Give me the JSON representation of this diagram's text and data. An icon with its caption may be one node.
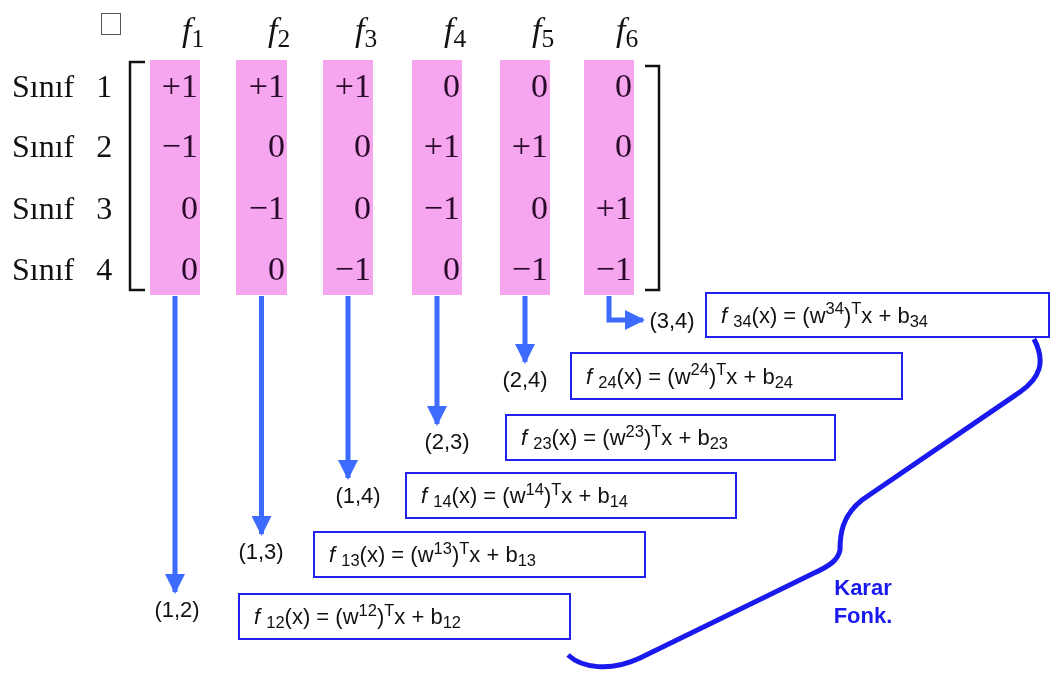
{
  "diagram": {
    "nodes": [
      {
        "text": [
          "*f*$_{1}$",
          "+1",
          "−1",
          "0",
          "0"
        ]
      },
      {
        "text": [
          "*f*$_{2}$",
          "+1",
          "0",
          "−1",
          "0"
        ]
      },
      {
        "text": [
          "*f*$_{3}$",
          "+1",
          "0",
          "0",
          "−1"
        ]
      },
      {
        "text": [
          "*f*$_{4}$",
          "0",
          "+1",
          "−1",
          "0"
        ]
      },
      {
        "text": [
          "*f*$_{5}$",
          "0",
          "+1",
          "0",
          "−1"
        ]
      },
      {
        "text": [
          "*f*$_{6}$",
          "0",
          "0",
          "+1",
          "−1"
        ]
      },
      {
        "text": [
          "(3,4)"
        ]
      },
      {
        "text": [
          "*f* $_{34}$(x) = (w$^{34}$)$^{T}$x + b$_{34}$"
        ]
      },
      {
        "text": [
          "(2,4)"
        ]
      },
      {
        "text": [
          "*f* $_{24}$(x) = (w$^{24}$)$^{T}$x + b$_{24}$"
        ]
      },
      {
        "text": [
          "(2,3)"
        ]
      },
      {
        "text": [
          "*f* $_{23}$(x) = (w$^{23}$)$^{T}$x + b$_{23}$"
        ]
      },
      {
        "text": [
          "(1,4)"
        ]
      },
      {
        "text": [
          "*f* $_{14}$(x) = (w$^{14}$)$^{T}$x + b$_{14}$"
        ]
      },
      {
        "text": [
          "(1,3)"
        ]
      },
      {
        "text": [
          "*f* $_{13}$(x) = (w$^{13}$)$^{T}$x + b$_{13}$"
        ]
      },
      {
        "text": [
          "(1,2)"
        ]
      },
      {
        "text": [
          "*f* $_{12}$(x) = (w$^{12}$)$^{T}$x + b$_{12}$"
        ]
      }
    ],
    "edges": [
      {
        "from": 0,
        "to": 16,
        "arrow": "to"
      },
      {
        "from": 1,
        "to": 14,
        "arrow": "to"
      },
      {
        "from": 2,
        "to": 12,
        "arrow": "to"
      },
      {
        "from": 3,
        "to": 10,
        "arrow": "to"
      },
      {
        "from": 4,
        "to": 8,
        "arrow": "to"
      },
      {
        "from": 5,
        "to": 6,
        "arrow": "to"
      }
    ],
    "labels": [
      "Sınıf 1",
      "Sınıf 2",
      "Sınıf 3",
      "Sınıf 4",
      "Karar Fonk."
    ]
  }
}
